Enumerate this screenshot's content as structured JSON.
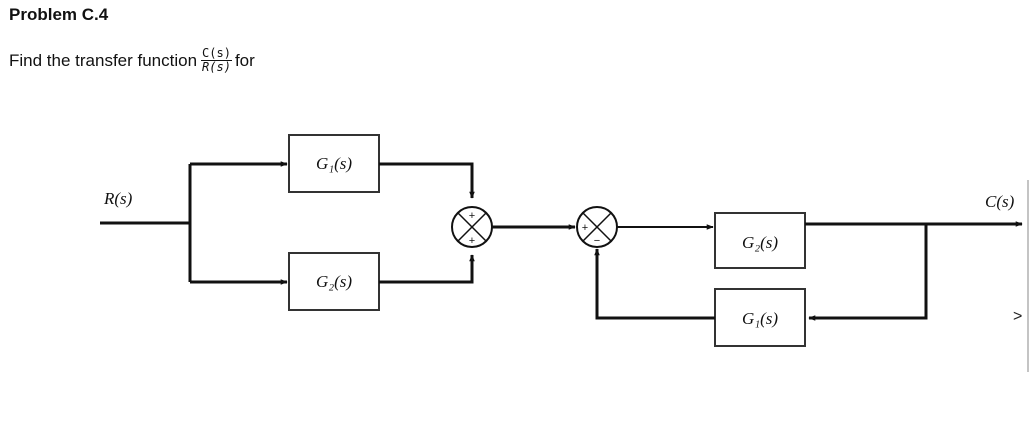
{
  "problem": {
    "title": "Problem C.4",
    "prompt": "Find the transfer function",
    "frac_num": "C(s)",
    "frac_den": "R(s)",
    "suffix": "for"
  },
  "diagram": {
    "input_label": "R(s)",
    "output_label": "C(s)",
    "blocks": {
      "top_parallel": "G₁(s)",
      "bottom_parallel": "G₂(s)",
      "forward": "G₂(s)",
      "feedback": "G₁(s)"
    },
    "summing_junction_1_signs": {
      "top": "+",
      "bottom": "+"
    },
    "summing_junction_2_signs": {
      "left": "+",
      "bottom": "−"
    }
  },
  "edge_mark": ">"
}
